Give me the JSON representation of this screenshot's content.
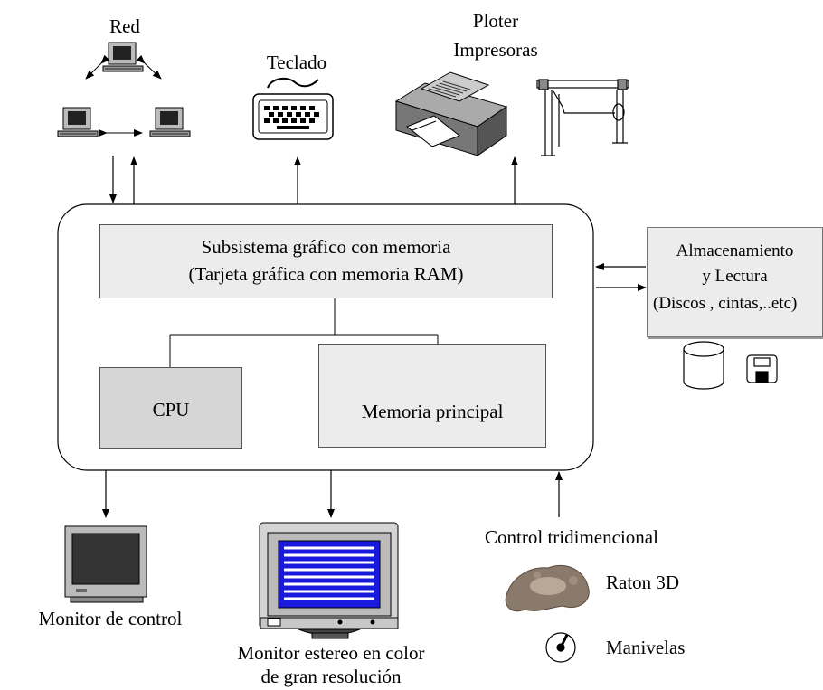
{
  "peripherals": {
    "network": "Red",
    "keyboard": "Teclado",
    "plotter_line1": "Ploter",
    "plotter_line2": "Impresoras",
    "storage_line1": "Almacenamiento",
    "storage_line2": "y Lectura",
    "storage_line3": "(Discos , cintas,..etc)",
    "control_monitor": "Monitor de control",
    "stereo_monitor_line1": "Monitor estereo en color",
    "stereo_monitor_line2": "de gran resolución",
    "control_3d": "Control tridimencional",
    "mouse_3d": "Raton 3D",
    "dials": "Manivelas"
  },
  "system": {
    "graphics_line1": "Subsistema gráfico con memoria",
    "graphics_line2": "(Tarjeta gráfica con memoria RAM)",
    "cpu": "CPU",
    "main_memory": "Memoria principal"
  },
  "colors": {
    "box_fill": "#ececec",
    "cpu_fill": "#d6d6d6",
    "screen_blue": "#1a1adf"
  },
  "icons": [
    "computer-icon",
    "keyboard-icon",
    "printer-icon",
    "plotter-icon",
    "disk-cylinder-icon",
    "floppy-disk-icon",
    "monitor-icon",
    "mouse-3d-icon",
    "dial-icon"
  ]
}
